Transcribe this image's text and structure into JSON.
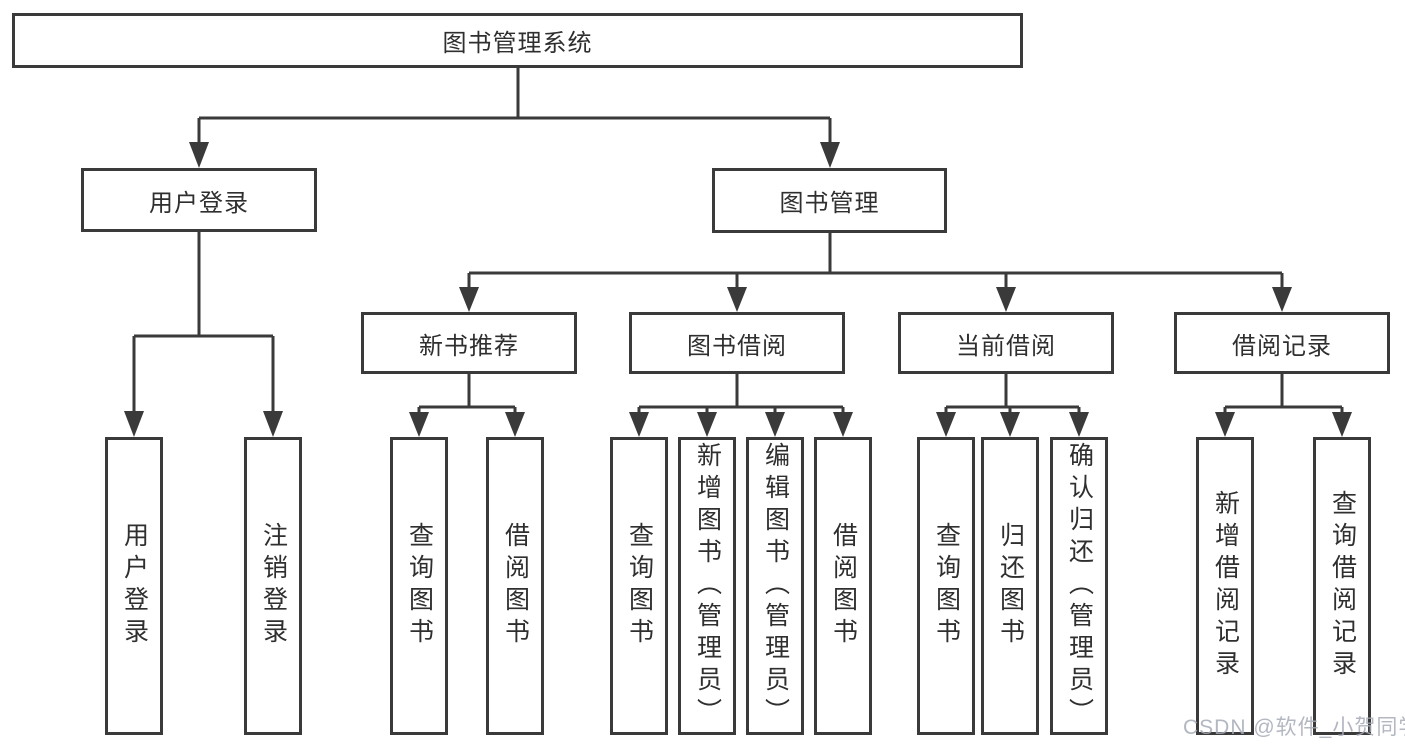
{
  "nodes": {
    "root": {
      "label": "图书管理系统"
    },
    "user_login": {
      "label": "用户登录"
    },
    "book_management": {
      "label": "图书管理"
    },
    "new_book_recommend": {
      "label": "新书推荐"
    },
    "book_borrowing": {
      "label": "图书借阅"
    },
    "current_borrowing": {
      "label": "当前借阅"
    },
    "borrowing_records": {
      "label": "借阅记录"
    },
    "leaf_user_login": {
      "label": "用户登录"
    },
    "leaf_logout": {
      "label": "注销登录"
    },
    "leaf_nb_query_book": {
      "label": "查询图书"
    },
    "leaf_nb_borrow_book": {
      "label": "借阅图书"
    },
    "leaf_bb_query_book": {
      "label": "查询图书"
    },
    "leaf_bb_add_book": {
      "label": "新增图书（管理员）"
    },
    "leaf_bb_edit_book": {
      "label": "编辑图书（管理员）"
    },
    "leaf_bb_borrow_book": {
      "label": "借阅图书"
    },
    "leaf_cb_query_book": {
      "label": "查询图书"
    },
    "leaf_cb_return_book": {
      "label": "归还图书"
    },
    "leaf_cb_confirm_return": {
      "label": "确认归还（管理员）"
    },
    "leaf_br_add_record": {
      "label": "新增借阅记录"
    },
    "leaf_br_query_record": {
      "label": "查询借阅记录"
    }
  },
  "watermark": "CSDN @软件_小贺同学",
  "colors": {
    "line": "#3a3a3a",
    "text": "#2f2f2f",
    "background": "#ffffff",
    "watermark": "#a6aab6"
  }
}
